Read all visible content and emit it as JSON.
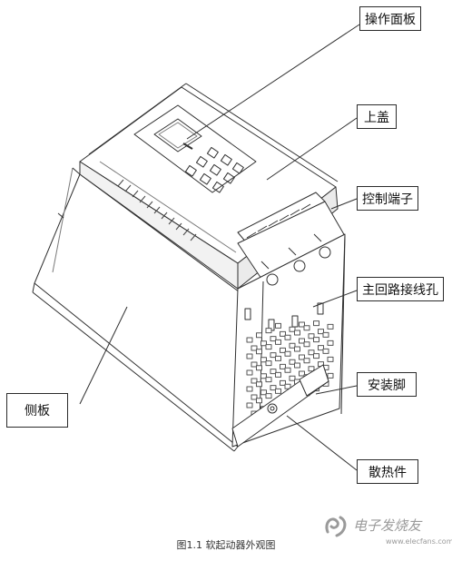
{
  "labels": {
    "operation_panel": "操作面板",
    "top_cover": "上盖",
    "control_terminal": "控制端子",
    "main_circuit_hole": "主回路接线孔",
    "mounting_foot": "安装脚",
    "side_plate": "侧板",
    "heat_sink": "散热件"
  },
  "caption": "图1.1 软起动器外观图",
  "watermark": {
    "title": "电子发烧友",
    "url": "www.elecfans.com"
  },
  "colors": {
    "line": "#2f2f2f",
    "light_line": "#7a7a7a",
    "fill": "#ffffff",
    "shade": "#e4e4e4"
  }
}
